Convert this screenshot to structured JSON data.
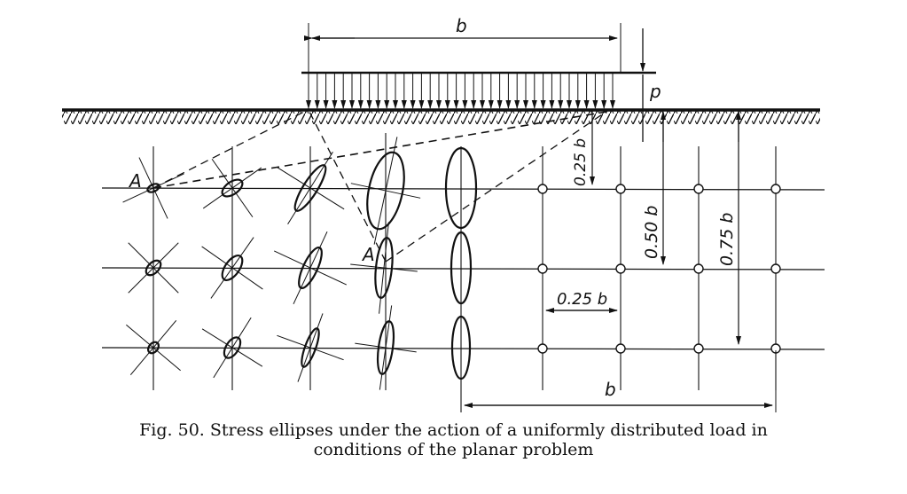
{
  "diagram": {
    "labels": {
      "width_top": "b",
      "load": "p",
      "point_a_1": "A",
      "point_a_2": "A",
      "depth_1": "0.25 b",
      "depth_2": "0.50 b",
      "depth_3": "0.75 b",
      "spacing": "0.25 b",
      "width_bottom": "b"
    }
  },
  "caption": {
    "line1": "Fig. 50. Stress ellipses under the action of a uniformly distributed load in",
    "line2": "conditions of the planar problem"
  }
}
